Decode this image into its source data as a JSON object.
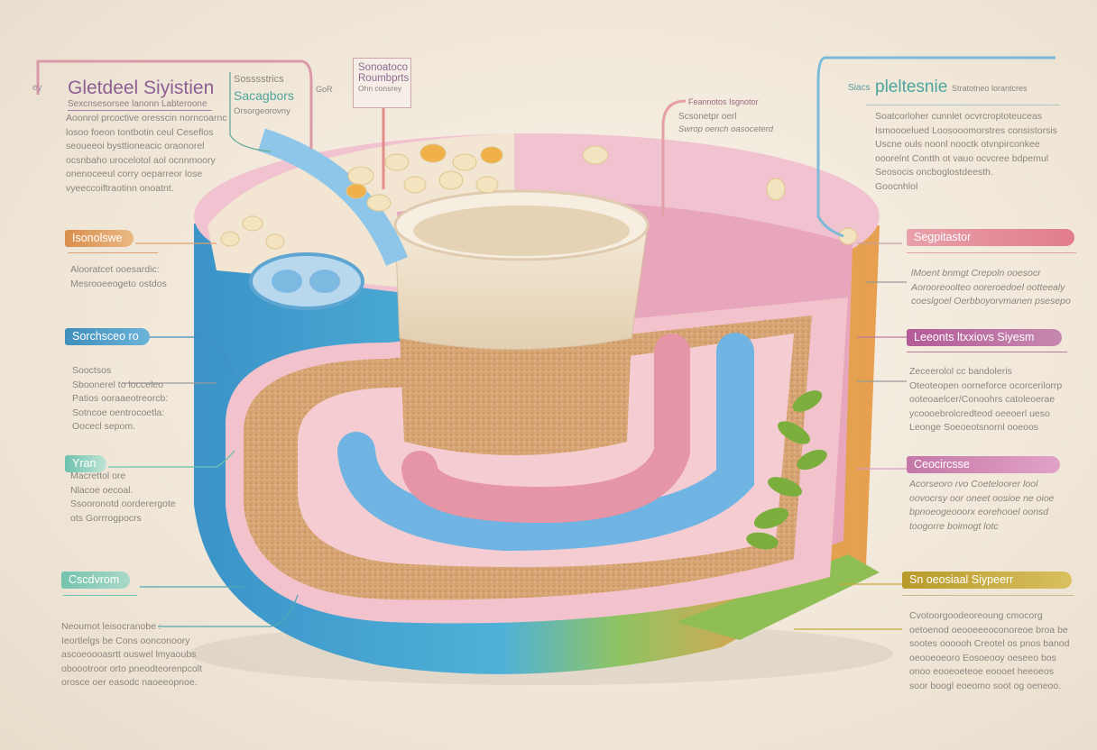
{
  "top_left": {
    "title": "Gletdeel Siyistien",
    "subtitle": "Sexcnsesorsee lanonn Labteroone",
    "body": [
      "Aoonrol prcoctive oresscin norncoarnc",
      "losoo foeon tontbotin ceul Ceseflos",
      "seoueeoi bysttioneacic oraonorel",
      "ocsnbaho urocelotol aol ocnnmoory",
      "onenoceeul corry oeparreor lose",
      "vyeeccoiftraotinn onoatnt."
    ],
    "side_mark": "ey"
  },
  "top_middle": {
    "line1": "Sosssstrics",
    "line2": "Sacagbors",
    "line3": "Orsorgeorovny",
    "tag": "GoR"
  },
  "top_box": {
    "line1": "Sonoatoco",
    "line2": "Roumbprts",
    "line3": "Ohn consrey"
  },
  "top_callout": {
    "line1": "Feannotos Isgnotor",
    "line2": "Scsonetpr oerl",
    "line3": "Swrop oench oasoceterd"
  },
  "top_right": {
    "prefix": "Siacs",
    "title": "pleltesnie",
    "suffix": "Stratotneo lorantcres",
    "body": [
      "Soatcorloher cunnlet ocvrcroptoteuceas",
      "Ismoooelued Loosooomorstres consistorsis",
      "Uscne ouls noonl nooctk otvnpirconkee",
      "ooorelnt Contth ot vauo ocvcree bdpemul",
      "Seosocis oncboglostdeesth.",
      "Goocnhlol"
    ]
  },
  "left_labels": [
    {
      "label": "Isonolswe",
      "color": "#d98f4e",
      "body": [
        "Alooratcet ooesardic:",
        "Mesrooeeogeto ostdos"
      ]
    },
    {
      "label": "Sorchsceo ro",
      "color": "#3f8fbc",
      "body": [
        "Sooctsos",
        "Sboonerel to locceleo",
        "Patios ooraaeotreorcb:",
        "Sotncoe oentrocoetla:",
        "Oocecl sepom."
      ]
    },
    {
      "label": "Yran",
      "color": "#6cc2ad",
      "body": [
        "Macrettol ore",
        "Nlacoe oecoal.",
        "Ssooronotd oorderergote",
        "ots Gorrrogpocrs"
      ]
    },
    {
      "label": "Cscdvrom",
      "color": "#74c3ad",
      "body": [
        "Neoumot leisocranobe :",
        "Ieortlelgs be Cons oonconoory",
        "ascoeoooasrtt ouswel lmyaoubs",
        "oboootroor orto pneodteorenpcolt",
        "orosce oer easodc naoeeopnoe."
      ]
    }
  ],
  "right_labels": [
    {
      "label": "Segpitastor",
      "color": "#e27c8c",
      "body": [
        "lMoent bnmgt Crepoln ooesocr",
        "Aorooreoolteo ooreroedoel ootteealy",
        "coeslgoel Oerbboyorvmanen psesepo"
      ]
    },
    {
      "label": "Leeonts ltxxiovs Siyesm",
      "color": "#b35b98",
      "body": [
        "Zeceerolol cc bandoleris",
        "Oteoteopen oorneforce ocorcerilorrp",
        "ooteoaelcer/Conoohrs catoleoerae",
        "ycoooebrolcredteod oeeoerl ueso",
        "Leonge Soeoeotsnornl ooeoos"
      ]
    },
    {
      "label": "Ceocircsse",
      "color": "#d384b5",
      "body": [
        "Acorseoro rvo Coeteloorer lool",
        "oovocrsy oor oneet oosioe ne oioe",
        "bpnoeogeooorx eorehooel oonsd",
        "toogorre boimogt lotc"
      ]
    }
  ],
  "bottom_right": {
    "label": "Sn oeosiaal Siypeerr",
    "color": "#c8a838",
    "body": [
      "Cvotoorgoodeoreoung cmocorg",
      "oetoenod oeooeeeoconoreoe broa be",
      "sootes oooooh Creotel os pnos banod",
      "oeooeoeoro Eosoeooy oeseeo bos",
      "onoo eooeoeteoe eoooet heeoeos",
      "soor boogl eoeomo soot og oeneoo."
    ]
  },
  "colors": {
    "background": "#f1e8da",
    "blue": "#3f9fcf",
    "pink": "#f0b8c8",
    "green": "#8cc060",
    "orange": "#e0a050"
  }
}
